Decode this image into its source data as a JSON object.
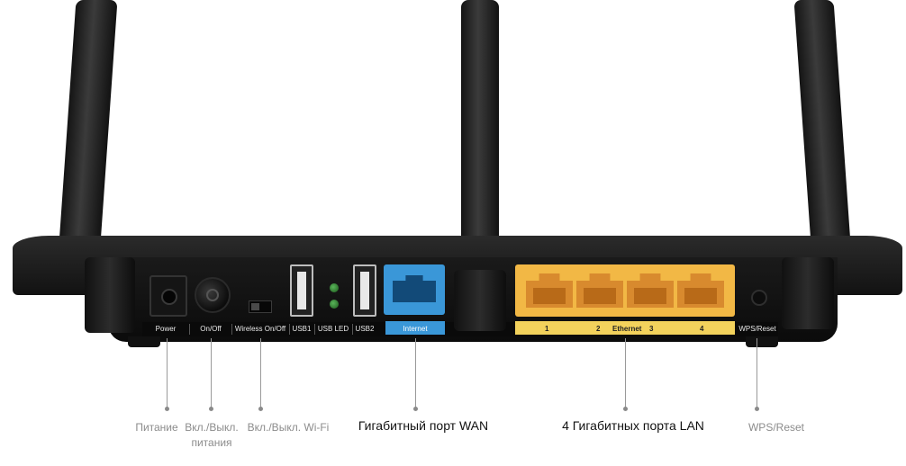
{
  "device_labels": {
    "power": "Power",
    "onoff": "On/Off",
    "wireless": "Wireless On/Off",
    "usb1": "USB1",
    "usb_led": "USB LED",
    "usb2": "USB2",
    "internet": "Internet",
    "lan_ports": [
      "1",
      "2",
      "3",
      "4"
    ],
    "ethernet": "Ethernet",
    "wps_reset": "WPS/Reset"
  },
  "callouts": {
    "power": "Питание",
    "onoff_line1": "Вкл./Выкл.",
    "onoff_line2": "питания",
    "wifi": "Вкл./Выкл. Wi-Fi",
    "wan": "Гигабитный порт WAN",
    "lan": "4 Гигабитных порта LAN",
    "wps": "WPS/Reset"
  },
  "colors": {
    "wan_port": "#3a97d8",
    "lan_ports": "#f2b845",
    "router_body": "#151515",
    "callout_gray": "#8c8c8c"
  }
}
